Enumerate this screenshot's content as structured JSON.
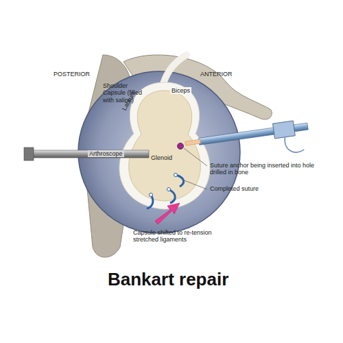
{
  "diagram": {
    "caption": "Bankart repair",
    "labels": [
      "POSTERIOR",
      "ANTERIOR",
      "Shoulder Capsule (filled with saline)",
      "Biceps",
      "Labrum",
      "Arthroscope",
      "Glenoid",
      "Suture anchor being inserted into hole drilled in bone",
      "Completed suture",
      "Capsule shifted to re-tension stretched ligaments"
    ]
  }
}
